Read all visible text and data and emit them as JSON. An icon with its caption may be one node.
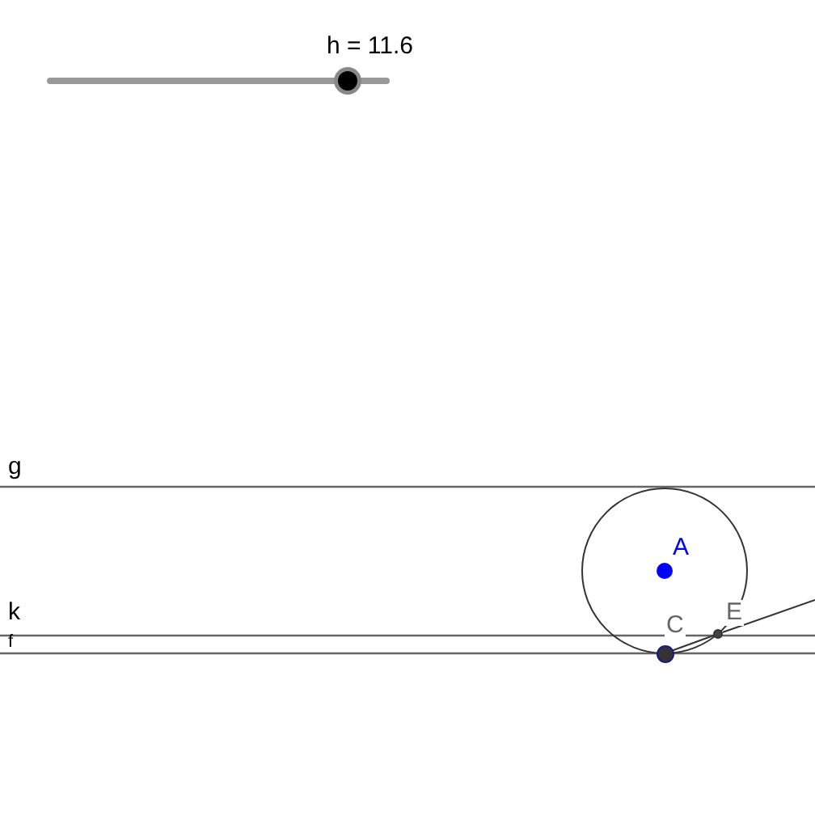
{
  "diagram": {
    "nodes": [
      {
        "text": [
          "A"
        ]
      },
      {
        "text": [
          "C"
        ]
      },
      {
        "text": [
          "E"
        ]
      }
    ],
    "edges": [
      {
        "from": 1,
        "to": 2,
        "arrow": "none"
      },
      {
        "from": 2,
        "to": null,
        "arrow": "none"
      }
    ],
    "labels": [
      "h = 11.6",
      "g",
      "k",
      "f"
    ]
  }
}
